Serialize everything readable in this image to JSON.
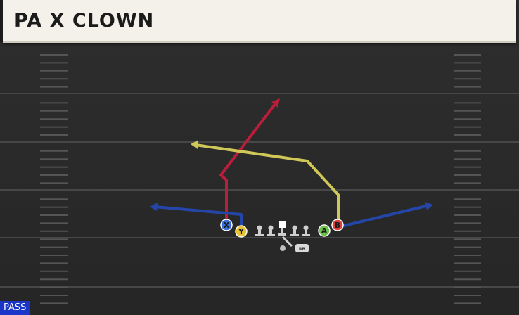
{
  "play": {
    "title": "PA X CLOWN",
    "badge": "PASS"
  },
  "colors": {
    "field": "#2a2a2a",
    "yard_line": "#4a4a4a",
    "hash": "#5a5a5a",
    "title_bg": "#f3f1ea",
    "badge_bg": "#1a35c8",
    "route_x": "#c0213f",
    "route_y": "#d4cd5a",
    "route_blue": "#2446a8",
    "lineman": "#cfcfcf"
  },
  "players": [
    {
      "id": "X",
      "label": "X",
      "color": "#3a6fd8"
    },
    {
      "id": "Y",
      "label": "Y",
      "color": "#e6c233"
    },
    {
      "id": "A",
      "label": "A",
      "color": "#6cc24a"
    },
    {
      "id": "B",
      "label": "B",
      "color": "#e0403b"
    }
  ],
  "backfield": {
    "rb_label": "RB"
  }
}
